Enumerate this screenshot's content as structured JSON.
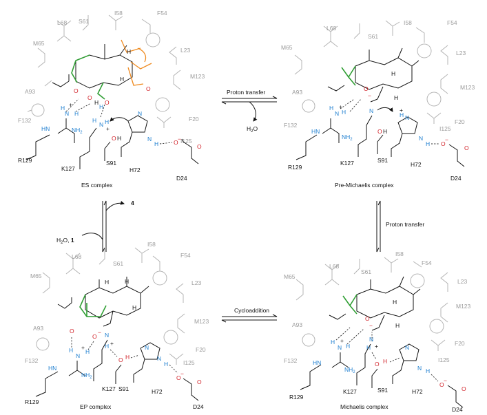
{
  "complexes": {
    "es": {
      "title": "ES complex"
    },
    "pre": {
      "title": "Pre-Michaelis complex"
    },
    "mich": {
      "title": "Michaelis complex"
    },
    "ep": {
      "title": "EP complex"
    }
  },
  "residues": {
    "L68": "L68",
    "S61": "S61",
    "I58": "I58",
    "F54": "F54",
    "M65": "M65",
    "L23": "L23",
    "M123": "M123",
    "A93": "A93",
    "F132": "F132",
    "F20": "F20",
    "I125": "I125",
    "R129": "R129",
    "K127": "K127",
    "S91": "S91",
    "H72": "H72",
    "D24": "D24"
  },
  "atoms": {
    "H": "H",
    "O": "O",
    "N": "N",
    "NH": "NH",
    "HN": "HN",
    "NH2": "NH",
    "two": "2",
    "plus": "+",
    "minus": "−"
  },
  "arrows": {
    "top": {
      "label": "Proton transfer",
      "product_H2O": "H",
      "product_sub": "2",
      "product_O": "O"
    },
    "right": {
      "label": "Proton transfer"
    },
    "bottom": {
      "label": "Cycloaddition"
    },
    "left": {
      "reagent": "H",
      "reagent_sub": "2",
      "reagent_rest": "O, ",
      "reagent_num": "1",
      "product": "4"
    }
  },
  "colors": {
    "green": "#2f9e33",
    "orange": "#ef8a1f",
    "blue": "#1f7fd0",
    "red": "#d2232a",
    "grey": "#9a9a9a"
  }
}
